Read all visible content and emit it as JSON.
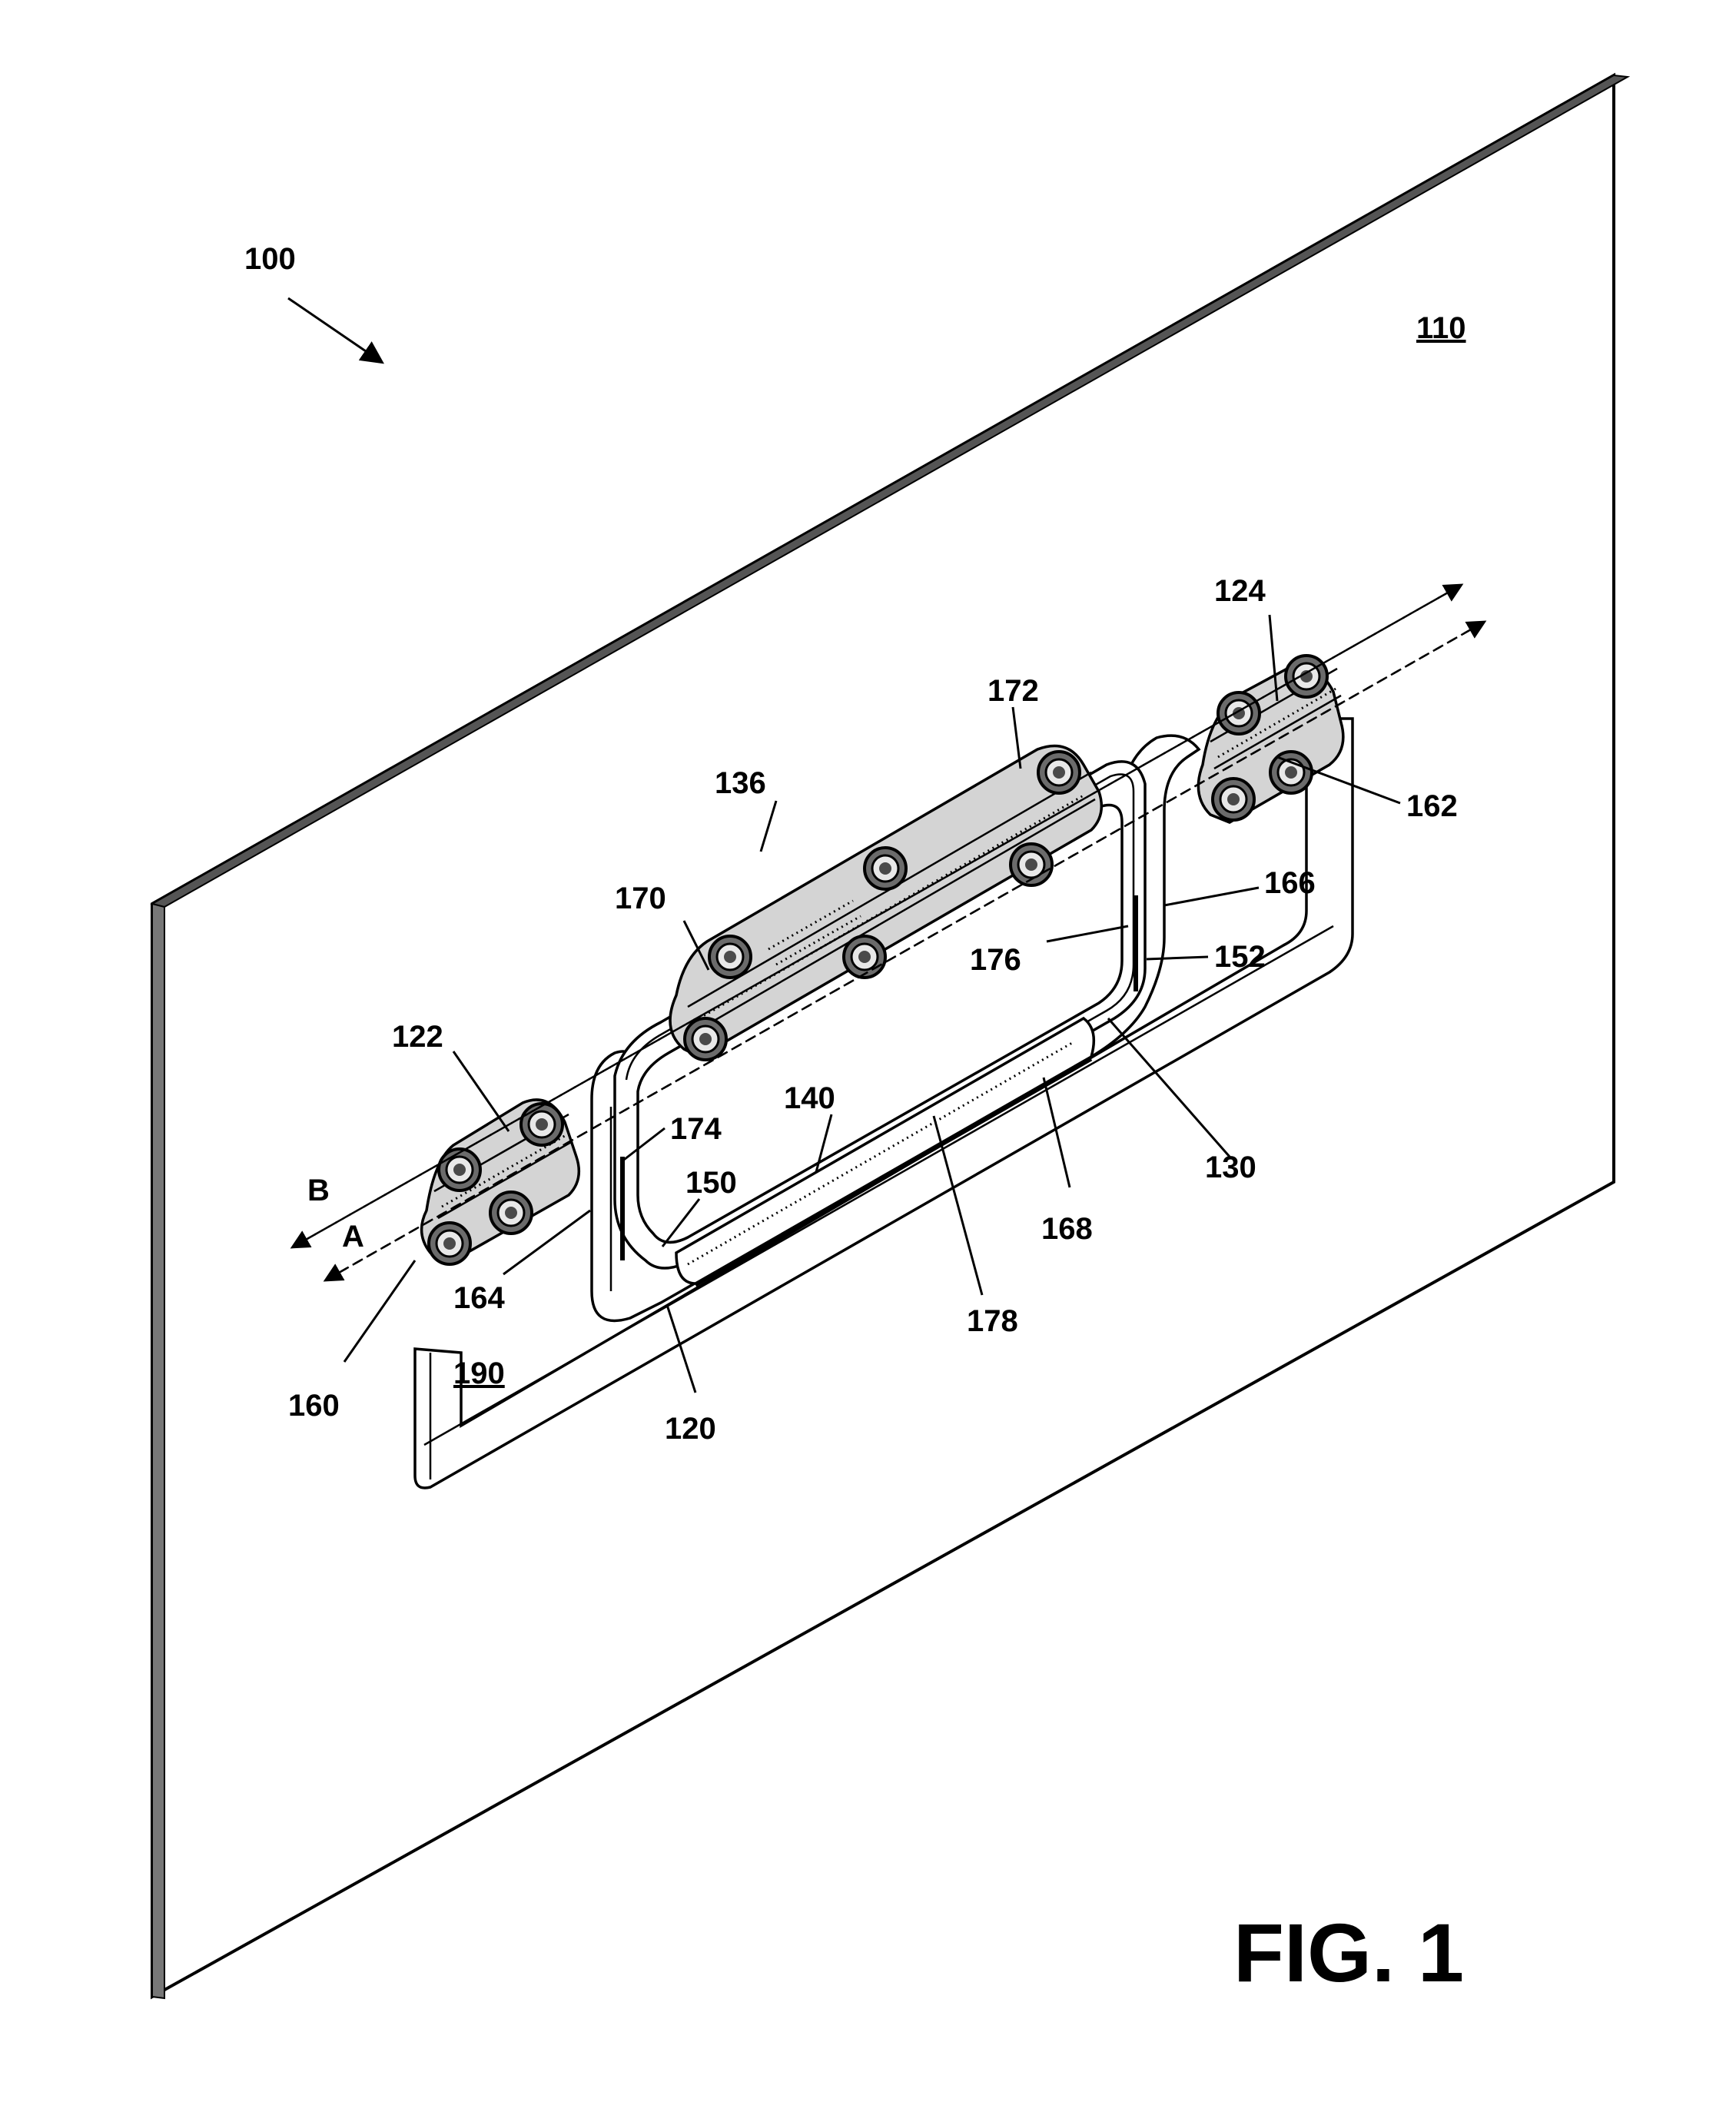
{
  "figure": {
    "title": "FIG. 1",
    "labels": {
      "l100": "100",
      "l110": "110",
      "l120": "120",
      "l122": "122",
      "l124": "124",
      "l130": "130",
      "l136": "136",
      "l140": "140",
      "l150": "150",
      "l152": "152",
      "l160": "160",
      "l162": "162",
      "l164": "164",
      "l166": "166",
      "l168": "168",
      "l170": "170",
      "l172": "172",
      "l174": "174",
      "l176": "176",
      "l178": "178",
      "l190": "190",
      "axisA": "A",
      "axisB": "B"
    }
  }
}
